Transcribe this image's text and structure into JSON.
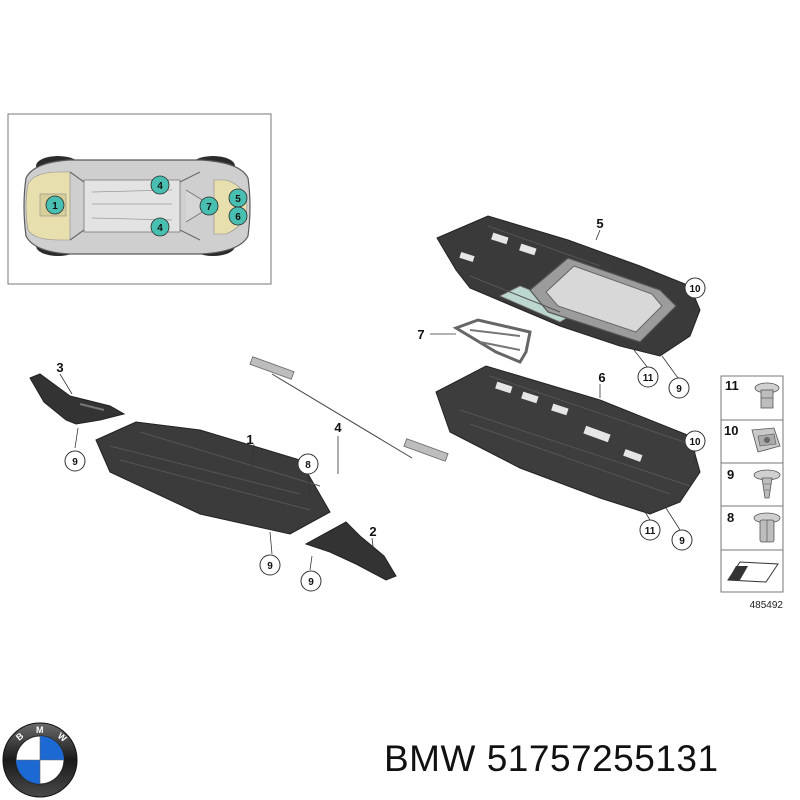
{
  "overview": {
    "markers": [
      "1",
      "4",
      "4",
      "7",
      "5",
      "6"
    ]
  },
  "parts": {
    "p1": "1",
    "p2": "2",
    "p3": "3",
    "p4": "4",
    "p5": "5",
    "p6": "6",
    "p7": "7"
  },
  "fasteners": {
    "f8": "8",
    "f9": "9",
    "f10": "10",
    "f11": "11"
  },
  "legend": {
    "items": [
      "11",
      "10",
      "9",
      "8"
    ]
  },
  "reference_number": "485492",
  "footer": {
    "brand": "BMW",
    "part_number": "51757255131"
  },
  "colors": {
    "panel": "#3d3d3d",
    "panel_dark": "#2a2a2a",
    "panel_rib": "#555555",
    "marker_fill": "#48bfb0",
    "frame_gray": "#8c8c8c",
    "bmw_blue": "#1c69d4"
  }
}
